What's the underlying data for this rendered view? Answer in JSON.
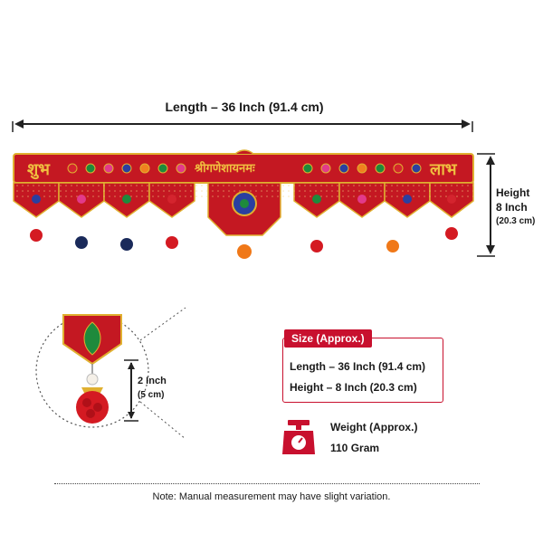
{
  "length_label": "Length – 36 Inch (91.4 cm)",
  "height_label": [
    "Height",
    "8 Inch",
    "(20.3 cm)"
  ],
  "tassel_label": [
    "2 Inch",
    "(5 cm)"
  ],
  "banner_text_left": "शुभ",
  "banner_text_center": "श्रीगणेशायनमः",
  "banner_text_right": "लाभ",
  "size": {
    "tag": "Size (Approx.)",
    "length": "Length – 36 Inch (91.4 cm)",
    "height": "Height – 8 Inch (20.3 cm)"
  },
  "weight": {
    "title": "Weight (Approx.)",
    "value": "110 Gram",
    "icon": "scale-icon"
  },
  "note": "Note: Manual measurement may have slight variation.",
  "colors": {
    "accent": "#c8102e",
    "banner": "#c41822",
    "gold": "#e0b030"
  }
}
